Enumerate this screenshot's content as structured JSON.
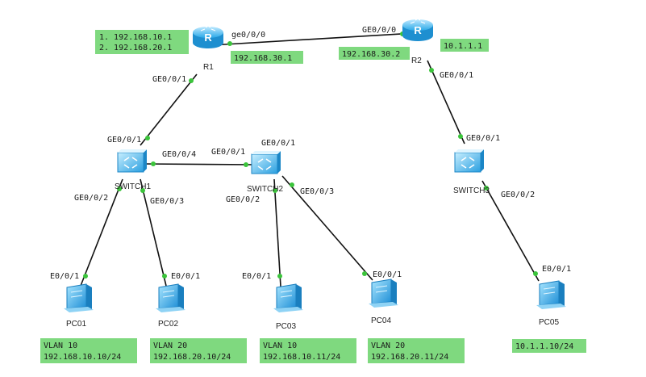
{
  "colors": {
    "note_bg": "#7fd97f",
    "port_dot": "#3bc43b",
    "link": "#111111",
    "device": "#2aa9e8"
  },
  "devices": {
    "r1": {
      "name": "R1",
      "icon": "router-icon"
    },
    "r2": {
      "name": "R2",
      "icon": "router-icon"
    },
    "sw1": {
      "name": "SWITCH1",
      "icon": "switch-icon"
    },
    "sw2": {
      "name": "SWITCH2",
      "icon": "switch-icon"
    },
    "sw3": {
      "name": "SWITCH3",
      "icon": "switch-icon"
    },
    "pc1": {
      "name": "PC01",
      "icon": "pc-icon"
    },
    "pc2": {
      "name": "PC02",
      "icon": "pc-icon"
    },
    "pc3": {
      "name": "PC03",
      "icon": "pc-icon"
    },
    "pc4": {
      "name": "PC04",
      "icon": "pc-icon"
    },
    "pc5": {
      "name": "PC05",
      "icon": "pc-icon"
    }
  },
  "ports": {
    "r1_ge000": "ge0/0/0",
    "r1_ge001": "GE0/0/1",
    "r2_ge000": "GE0/0/0",
    "r2_ge001": "GE0/0/1",
    "sw1_ge001": "GE0/0/1",
    "sw1_ge004": "GE0/0/4",
    "sw1_ge002": "GE0/0/2",
    "sw1_ge003": "GE0/0/3",
    "sw2_ge001a": "GE0/0/1",
    "sw2_ge001b": "GE0/0/1",
    "sw2_ge002": "GE0/0/2",
    "sw2_ge003": "GE0/0/3",
    "sw3_ge001": "GE0/0/1",
    "sw3_ge002": "GE0/0/2",
    "pc1_e001": "E0/0/1",
    "pc2_e001": "E0/0/1",
    "pc3_e001": "E0/0/1",
    "pc4_e001": "E0/0/1",
    "pc5_e001": "E0/0/1"
  },
  "notes": {
    "r1_ips": [
      "1. 192.168.10.1",
      "2. 192.168.20.1"
    ],
    "r1_link_ip": "192.168.30.1",
    "r2_link_ip": "192.168.30.2",
    "r2_ip": "10.1.1.1",
    "pc1": [
      "VLAN 10",
      "192.168.10.10/24"
    ],
    "pc2": [
      "VLAN 20",
      "192.168.20.10/24"
    ],
    "pc3": [
      "VLAN 10",
      "192.168.10.11/24"
    ],
    "pc4": [
      "VLAN 20",
      "192.168.20.11/24"
    ],
    "pc5": "10.1.1.10/24"
  }
}
